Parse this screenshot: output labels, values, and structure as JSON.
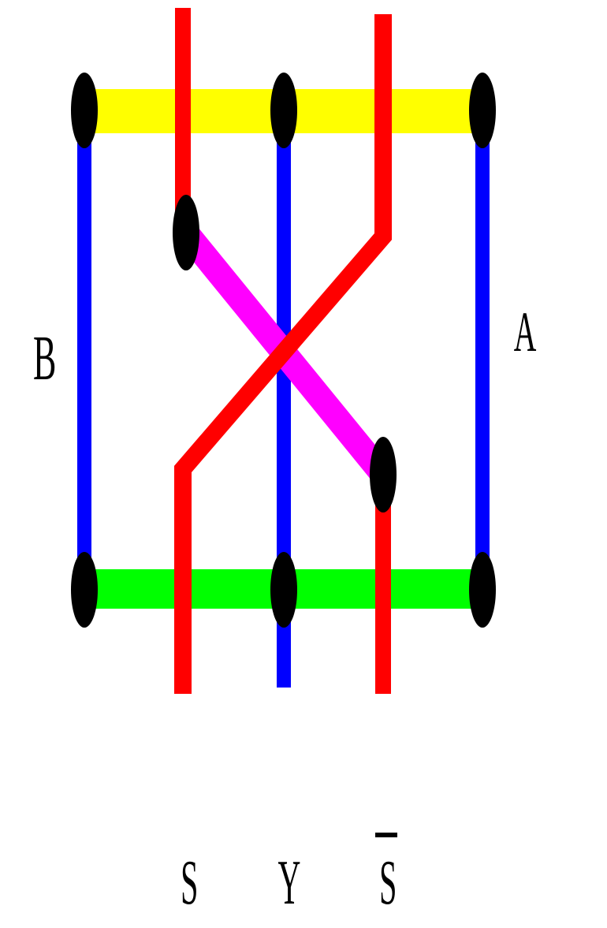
{
  "labels": {
    "a": "A",
    "b": "B",
    "s": "S",
    "y": "Y",
    "s_bar": "S"
  },
  "colors": {
    "top_rail": "#ffff00",
    "bottom_rail": "#00ff00",
    "side_wires": "#0000ff",
    "select_wires": "#ff0000",
    "crossing_wire": "#ff00ff",
    "nodes": "#000000"
  }
}
